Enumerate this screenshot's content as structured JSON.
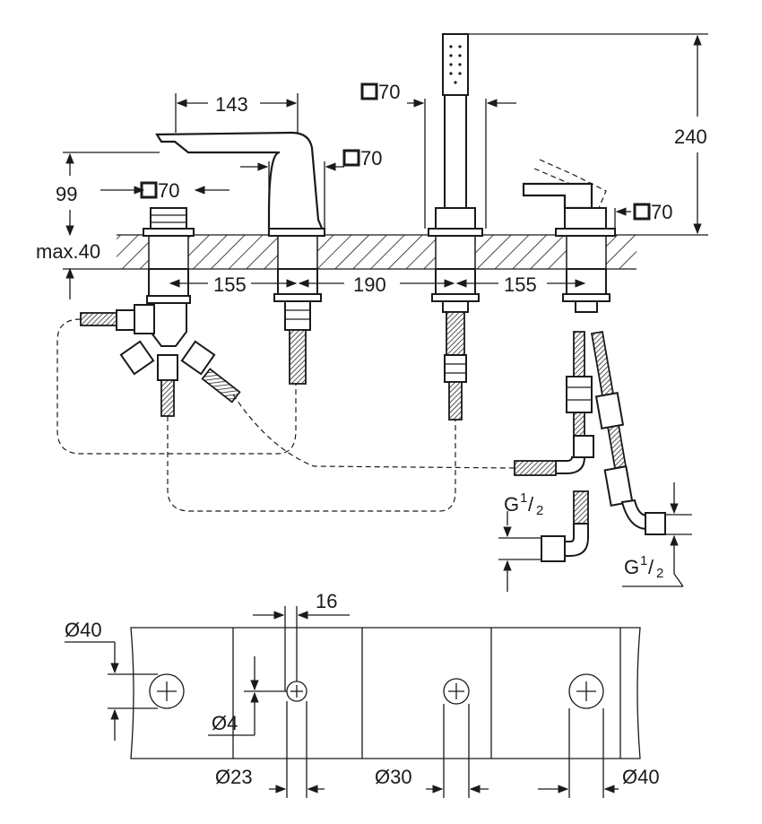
{
  "dimensions": {
    "spout_reach": "143",
    "spout_height": "99",
    "total_height": "240",
    "max_deck": "max.40",
    "spacing_left": "155",
    "spacing_mid": "190",
    "spacing_right": "155",
    "square_base": "70",
    "thread_left": "G",
    "thread_right": "G",
    "thread_num": "1",
    "thread_den": "2"
  },
  "cutout": {
    "d40_left": "Ø40",
    "d4": "Ø4",
    "d23": "Ø23",
    "d30": "Ø30",
    "d40_right": "Ø40",
    "offset_16": "16"
  }
}
